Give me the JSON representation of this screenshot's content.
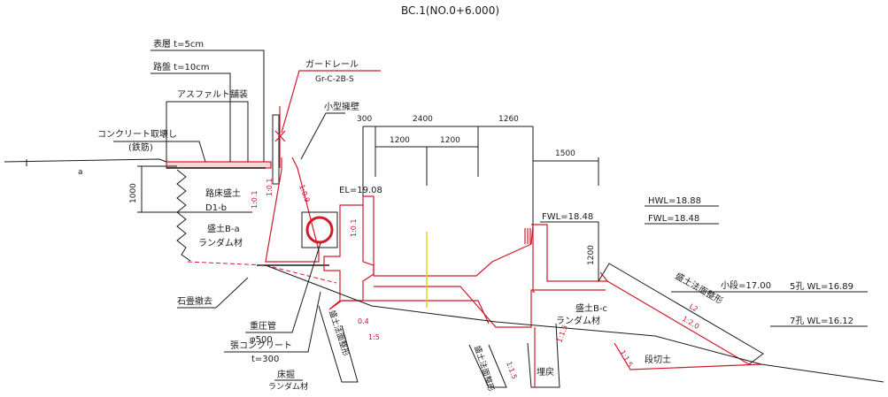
{
  "title": "BC.1(NO.0+6.000)",
  "labels": {
    "surface_layer": "表層 t=5cm",
    "base_course": "路盤 t=10cm",
    "asphalt": "アスファルト舗装",
    "guardrail": "ガードレール",
    "guardrail_type": "Gr-C-2B-S",
    "small_retaining_wall": "小型擁壁",
    "concrete_removal": "コンクリート取壊し",
    "concrete_removal_sub": "(鉄筋)",
    "subgrade_fill": "路床盛土",
    "subgrade_class": "D1-b",
    "fill_ba": "盛土B-a",
    "random_material": "ランダム材",
    "stone_removal": "石畳撤去",
    "pressure_pipe": "重圧管",
    "pipe_diameter": "φ500",
    "base_concrete": "張コンクリート",
    "base_concrete_t": "t=300",
    "bed": "床掘",
    "bed_random": "ランダム材",
    "fill_bc": "盛土B-c",
    "fill_bc_random": "ランダム材",
    "embankment": "埋戻",
    "step_cut": "段切土",
    "small_step": "小段=17.00",
    "fill_slope_side": "盛土法面整形",
    "fill_slope_side2": "盛土法面整形",
    "fill_slope_side3": "盛土法面整形",
    "wl_5": "5孔 WL=16.89",
    "wl_7": "7孔 WL=16.12",
    "hwl": "HWL=18.88",
    "fwl_right": "FWL=18.48",
    "fwl_mid": "FWL=18.48",
    "el": "EL=19.08",
    "slope_019": "1:0.9",
    "slope_01": "1:0.1",
    "slope_01b": "1:0.1",
    "slope_20": "1:2.0",
    "slope_l2": "L2",
    "slope_15a": "1:1.5",
    "slope_15b": "1:1.5",
    "slope_15c": "1:1.5",
    "slope_04": "0.4",
    "slope_15d": "1:5",
    "small_a": "a"
  },
  "dimensions": {
    "d300": "300",
    "d2400": "2400",
    "d1260": "1260",
    "d1200a": "1200",
    "d1200b": "1200",
    "d1500": "1500",
    "d1000": "1000",
    "d1200v": "1200"
  }
}
